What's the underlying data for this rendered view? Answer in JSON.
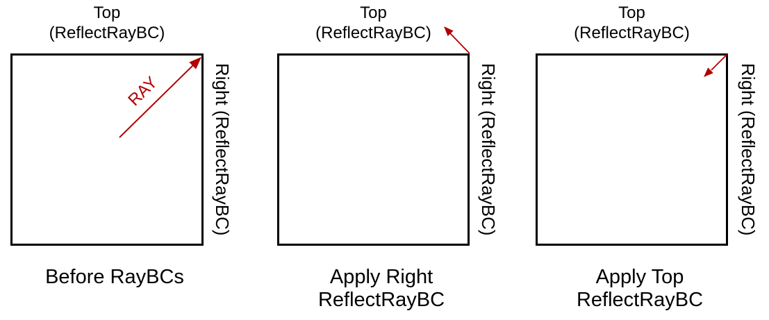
{
  "figure": {
    "background": "#ffffff",
    "arrow_color": "#b20000",
    "text_color": "#000000",
    "box_border_color": "#000000"
  },
  "panels": [
    {
      "top_label_line1": "Top",
      "top_label_line2": "(ReflectRayBC)",
      "right_label": "Right (ReflectRayBC)",
      "arrow": {
        "label": "RAY",
        "direction": "up-right toward top-right corner, inside box"
      },
      "caption_line1": "Before RayBCs"
    },
    {
      "top_label_line1": "Top",
      "top_label_line2": "(ReflectRayBC)",
      "right_label": "Right (ReflectRayBC)",
      "arrow": {
        "label": "",
        "direction": "up-left from top-right corner, outside box"
      },
      "caption_line1": "Apply Right",
      "caption_line2": "ReflectRayBC"
    },
    {
      "top_label_line1": "Top",
      "top_label_line2": "(ReflectRayBC)",
      "right_label": "Right (ReflectRayBC)",
      "arrow": {
        "label": "",
        "direction": "down-left from top-right corner, into box"
      },
      "caption_line1": "Apply Top",
      "caption_line2": "ReflectRayBC"
    }
  ]
}
